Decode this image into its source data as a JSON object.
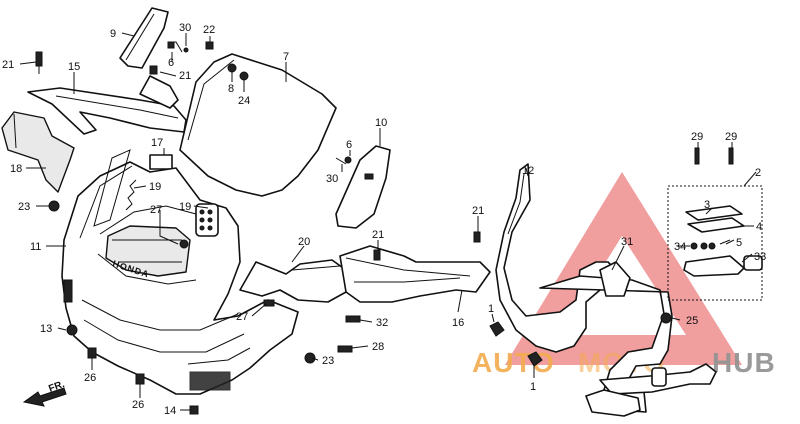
{
  "diagram": {
    "callouts": [
      {
        "id": "c-9",
        "text": "9"
      },
      {
        "id": "c-30a",
        "text": "30"
      },
      {
        "id": "c-22",
        "text": "22"
      },
      {
        "id": "c-6a",
        "text": "6"
      },
      {
        "id": "c-21a",
        "text": "21"
      },
      {
        "id": "c-21b",
        "text": "21"
      },
      {
        "id": "c-15",
        "text": "15"
      },
      {
        "id": "c-7",
        "text": "7"
      },
      {
        "id": "c-8",
        "text": "8"
      },
      {
        "id": "c-24",
        "text": "24"
      },
      {
        "id": "c-18",
        "text": "18"
      },
      {
        "id": "c-17",
        "text": "17"
      },
      {
        "id": "c-19a",
        "text": "19"
      },
      {
        "id": "c-19b",
        "text": "19"
      },
      {
        "id": "c-27a",
        "text": "27"
      },
      {
        "id": "c-23a",
        "text": "23"
      },
      {
        "id": "c-11",
        "text": "11"
      },
      {
        "id": "c-10",
        "text": "10"
      },
      {
        "id": "c-6b",
        "text": "6"
      },
      {
        "id": "c-30b",
        "text": "30"
      },
      {
        "id": "c-21c",
        "text": "21"
      },
      {
        "id": "c-21d",
        "text": "21"
      },
      {
        "id": "c-20",
        "text": "20"
      },
      {
        "id": "c-12",
        "text": "12"
      },
      {
        "id": "c-29a",
        "text": "29"
      },
      {
        "id": "c-29b",
        "text": "29"
      },
      {
        "id": "c-2",
        "text": "2"
      },
      {
        "id": "c-3",
        "text": "3"
      },
      {
        "id": "c-4",
        "text": "4"
      },
      {
        "id": "c-34",
        "text": "34"
      },
      {
        "id": "c-5",
        "text": "5"
      },
      {
        "id": "c-33",
        "text": "33"
      },
      {
        "id": "c-31",
        "text": "31"
      },
      {
        "id": "c-1a",
        "text": "1"
      },
      {
        "id": "c-25",
        "text": "25"
      },
      {
        "id": "c-16",
        "text": "16"
      },
      {
        "id": "c-32",
        "text": "32"
      },
      {
        "id": "c-28",
        "text": "28"
      },
      {
        "id": "c-23b",
        "text": "23"
      },
      {
        "id": "c-27b",
        "text": "27"
      },
      {
        "id": "c-13",
        "text": "13"
      },
      {
        "id": "c-26a",
        "text": "26"
      },
      {
        "id": "c-26b",
        "text": "26"
      },
      {
        "id": "c-14",
        "text": "14"
      },
      {
        "id": "c-1b",
        "text": "1"
      }
    ],
    "front_marker": "FR.",
    "brand_on_cowl": "HONDA"
  },
  "watermark": {
    "part_auto": "AUTO",
    "part_moto": "MOTO",
    "part_hub": "HUB",
    "red": "#e03a3a",
    "orange": "#f2a23a",
    "gray": "#8a8a8a"
  }
}
